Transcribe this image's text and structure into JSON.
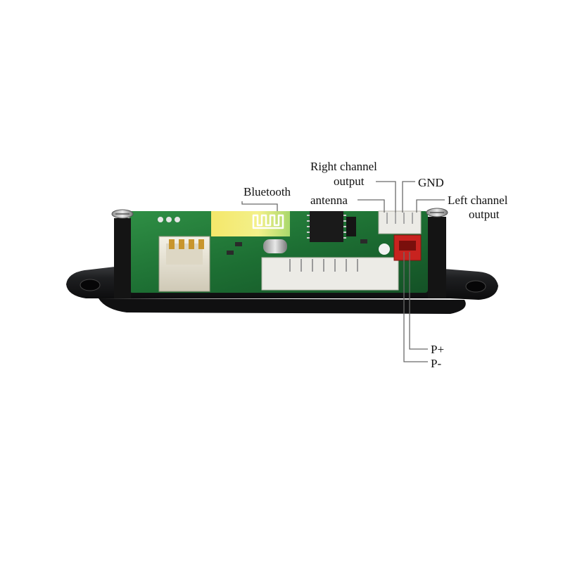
{
  "labels": {
    "bluetooth": "Bluetooth",
    "antenna": "antenna",
    "right_channel_line1": "Right channel",
    "right_channel_line2": "output",
    "gnd": "GND",
    "left_channel_line1": "Left channel",
    "left_channel_line2": "output",
    "p_plus": "P+",
    "p_minus": "P-"
  },
  "colors": {
    "background": "#ffffff",
    "pcb": "#1f7a3a",
    "housing": "#1c1c1e",
    "power_connector": "#c8231f",
    "signal_connector": "#ecebe6",
    "leader_line": "#6b6b6b"
  }
}
